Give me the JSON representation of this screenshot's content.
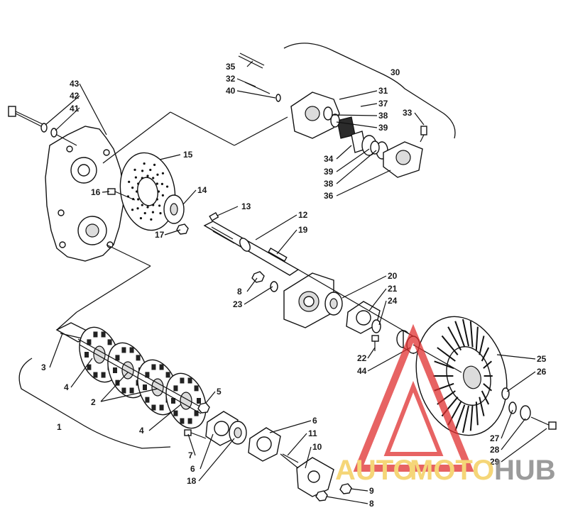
{
  "watermark": {
    "text_auto": "AUTO",
    "text_moto": "MOTO",
    "text_hub": "HUB",
    "color_auto": "#f2c94c",
    "color_moto": "#f2c94c",
    "color_hub": "#7a7a7a",
    "triangle_color": "#e03030"
  },
  "callouts": [
    {
      "id": "c1",
      "label": "1"
    },
    {
      "id": "c2",
      "label": "2"
    },
    {
      "id": "c3",
      "label": "3"
    },
    {
      "id": "c4a",
      "label": "4"
    },
    {
      "id": "c4b",
      "label": "4"
    },
    {
      "id": "c5",
      "label": "5"
    },
    {
      "id": "c6a",
      "label": "6"
    },
    {
      "id": "c6b",
      "label": "6"
    },
    {
      "id": "c7",
      "label": "7"
    },
    {
      "id": "c8a",
      "label": "8"
    },
    {
      "id": "c8b",
      "label": "8"
    },
    {
      "id": "c9",
      "label": "9"
    },
    {
      "id": "c10",
      "label": "10"
    },
    {
      "id": "c11",
      "label": "11"
    },
    {
      "id": "c12",
      "label": "12"
    },
    {
      "id": "c13",
      "label": "13"
    },
    {
      "id": "c14",
      "label": "14"
    },
    {
      "id": "c15",
      "label": "15"
    },
    {
      "id": "c16",
      "label": "16"
    },
    {
      "id": "c17",
      "label": "17"
    },
    {
      "id": "c18",
      "label": "18"
    },
    {
      "id": "c19",
      "label": "19"
    },
    {
      "id": "c20",
      "label": "20"
    },
    {
      "id": "c21",
      "label": "21"
    },
    {
      "id": "c22",
      "label": "22"
    },
    {
      "id": "c23",
      "label": "23"
    },
    {
      "id": "c24",
      "label": "24"
    },
    {
      "id": "c25",
      "label": "25"
    },
    {
      "id": "c26",
      "label": "26"
    },
    {
      "id": "c27",
      "label": "27"
    },
    {
      "id": "c28",
      "label": "28"
    },
    {
      "id": "c29",
      "label": "29"
    },
    {
      "id": "c30",
      "label": "30"
    },
    {
      "id": "c31",
      "label": "31"
    },
    {
      "id": "c32",
      "label": "32"
    },
    {
      "id": "c33",
      "label": "33"
    },
    {
      "id": "c34",
      "label": "34"
    },
    {
      "id": "c35",
      "label": "35"
    },
    {
      "id": "c36",
      "label": "36"
    },
    {
      "id": "c37",
      "label": "37"
    },
    {
      "id": "c38a",
      "label": "38"
    },
    {
      "id": "c38b",
      "label": "38"
    },
    {
      "id": "c39a",
      "label": "39"
    },
    {
      "id": "c39b",
      "label": "39"
    },
    {
      "id": "c40",
      "label": "40"
    },
    {
      "id": "c41",
      "label": "41"
    },
    {
      "id": "c42",
      "label": "42"
    },
    {
      "id": "c43",
      "label": "43"
    },
    {
      "id": "c44",
      "label": "44"
    }
  ]
}
